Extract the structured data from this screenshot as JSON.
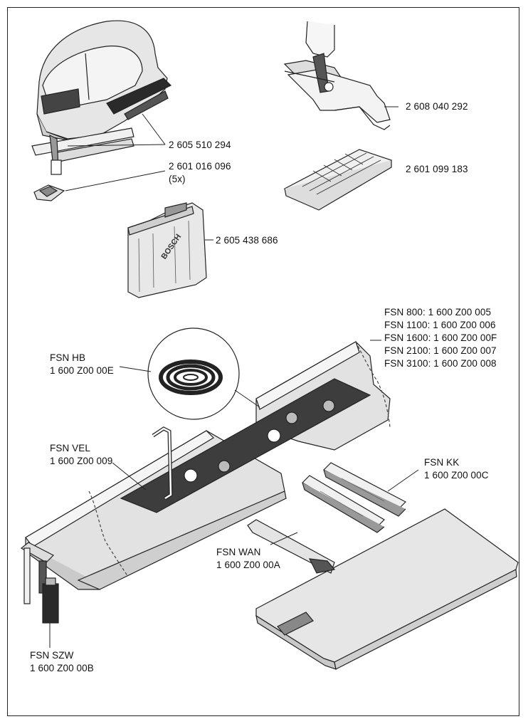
{
  "parts": {
    "jigsaw_blades": "2 605 510 294",
    "anti_splinter_code": "2 601 016 096",
    "anti_splinter_qty": "(5x)",
    "carrying_case": "2 605 438 686",
    "guide_adapter": "2 608 040 292",
    "base_cover": "2 601 099 183",
    "rails": [
      "FSN 800:  1 600 Z00 005",
      "FSN 1100: 1 600 Z00 006",
      "FSN 1600: 1 600 Z00 00F",
      "FSN 2100: 1 600 Z00 007",
      "FSN 3100: 1 600 Z00 008"
    ],
    "fsn_hb_name": "FSN HB",
    "fsn_hb_code": "1 600 Z00 00E",
    "fsn_vel_name": "FSN VEL",
    "fsn_vel_code": "1 600 Z00 009",
    "fsn_kk_name": "FSN KK",
    "fsn_kk_code": "1 600 Z00 00C",
    "fsn_wan_name": "FSN WAN",
    "fsn_wan_code": "1 600 Z00 00A",
    "fsn_szw_name": "FSN SZW",
    "fsn_szw_code": "1 600 Z00 00B",
    "case_brand": "BOSCH"
  }
}
